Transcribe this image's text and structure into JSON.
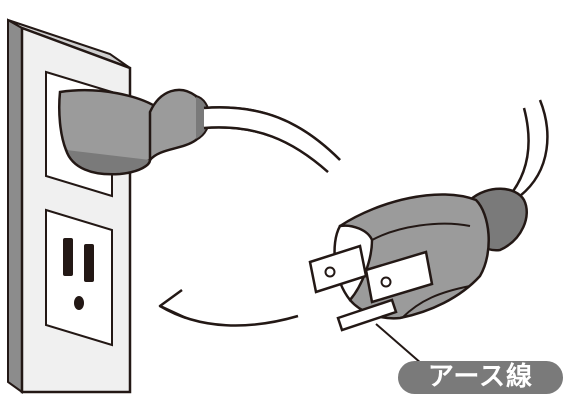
{
  "label": {
    "text": "アース線"
  },
  "colors": {
    "outline": "#231815",
    "wall_plate": "#f0f0f0",
    "wall_edge": "#8c8c8c",
    "plug_body": "#9b9b9b",
    "plug_dark": "#7a7a7a",
    "prong": "#c8c8c8",
    "label_bg": "#7a7a7a",
    "label_text": "#ffffff"
  },
  "icons": [
    "wall-outlet",
    "plug-inserted",
    "three-prong-plug",
    "move-arrow",
    "ground-wire-leader"
  ]
}
